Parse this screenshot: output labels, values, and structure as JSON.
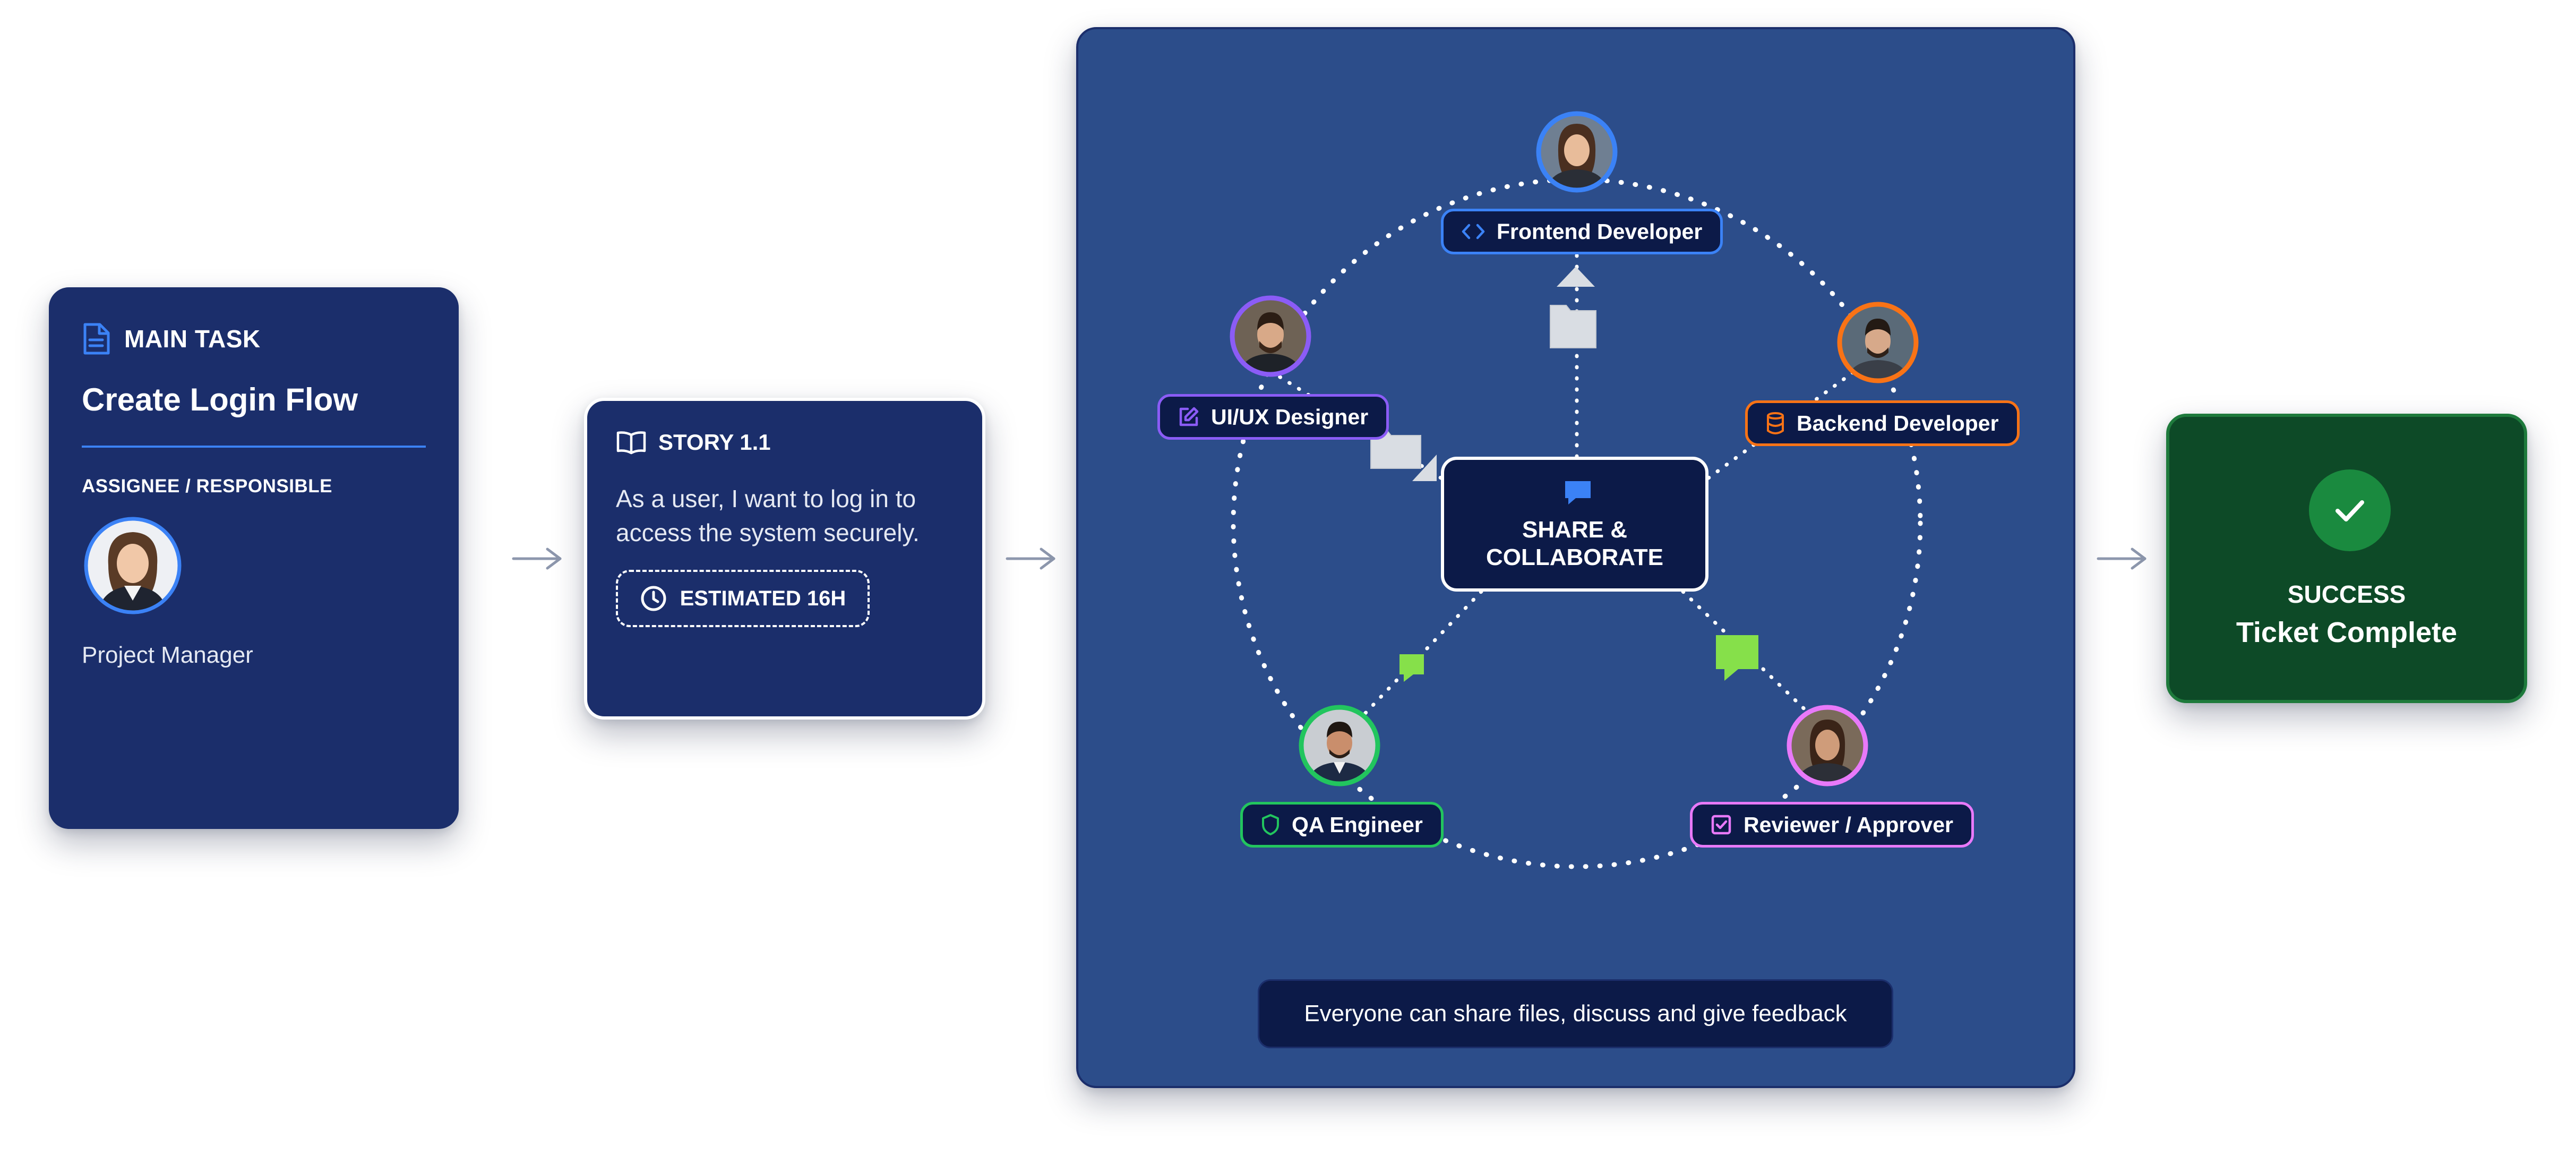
{
  "main_task": {
    "header": "MAIN TASK",
    "title": "Create Login Flow",
    "assignee_label": "ASSIGNEE / RESPONSIBLE",
    "assignee_role": "Project Manager"
  },
  "story": {
    "header": "STORY 1.1",
    "description": "As a user, I want to log in to access the system securely.",
    "estimate": "ESTIMATED 16H"
  },
  "collaboration": {
    "center_label_line1": "SHARE &",
    "center_label_line2": "COLLABORATE",
    "roles": [
      {
        "label": "Frontend Developer",
        "icon": "code-icon",
        "color": "#3b82f6"
      },
      {
        "label": "UI/UX Designer",
        "icon": "edit-icon",
        "color": "#8b5cf6"
      },
      {
        "label": "Backend Developer",
        "icon": "database-icon",
        "color": "#f97316"
      },
      {
        "label": "QA Engineer",
        "icon": "shield-icon",
        "color": "#22c55e"
      },
      {
        "label": "Reviewer / Approver",
        "icon": "check-square-icon",
        "color": "#e879f9"
      }
    ],
    "footer_note": "Everyone can share files, discuss and give feedback"
  },
  "success": {
    "status": "SUCCESS",
    "title": "Ticket Complete"
  },
  "colors": {
    "navy": "#1b2e6b",
    "panel": "#2c4d8a",
    "dark": "#0c1a48",
    "accent_blue": "#3b82f6",
    "success_green": "#0d4a27",
    "chat_green": "#86e04a",
    "file_gray": "#d9dde3"
  }
}
